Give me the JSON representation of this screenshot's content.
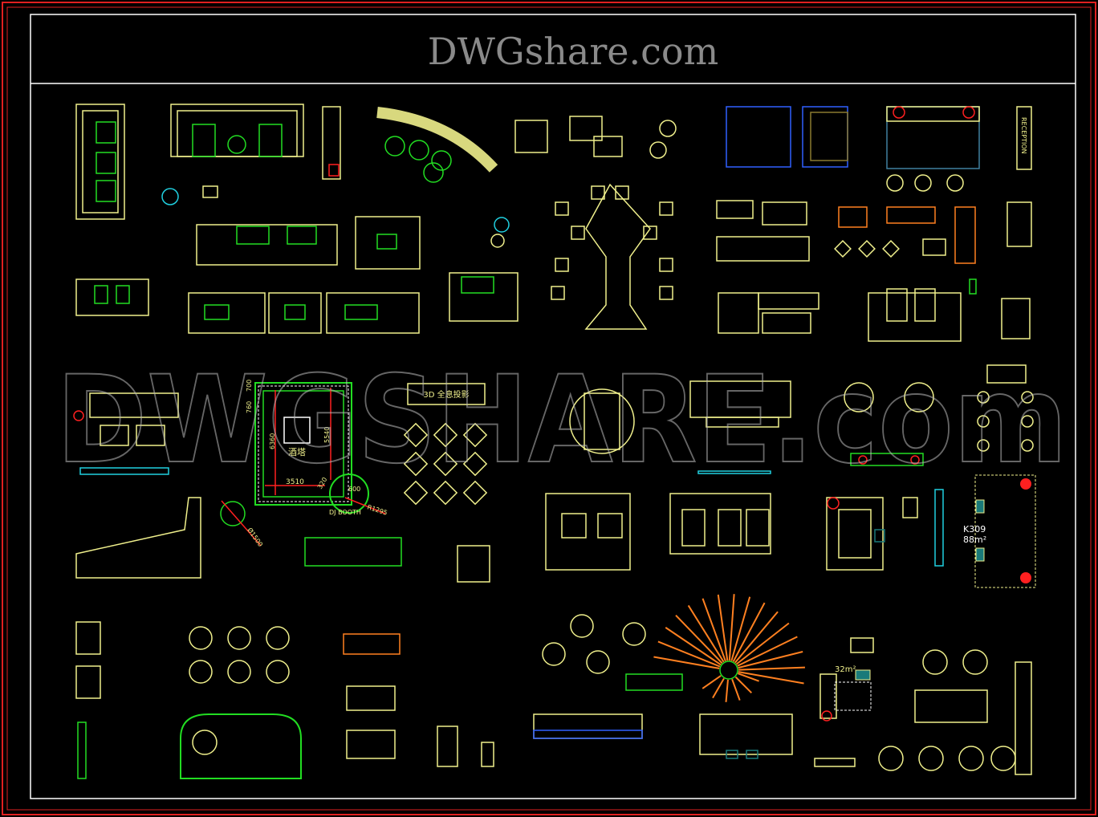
{
  "title": "DWGshare.com",
  "watermark": "DWGSHARE.com",
  "labels": {
    "reception": "RECEPTION",
    "hologram": "3D 全息投影",
    "wine_tower": "酒塔",
    "dj_booth": "DJ BOOTH",
    "dim_6360": "6360",
    "dim_5540": "5540",
    "dim_3510": "3510",
    "dim_700": "700",
    "dim_760": "760",
    "dim_r1295": "R1295",
    "dim_600": "600",
    "dim_320": "320",
    "dim_d1500": "Ø1500",
    "room_code": "K309",
    "room_area": "88m²",
    "small_area": "32m²"
  },
  "colors": {
    "background": "#000000",
    "frame_red": "#e02020",
    "frame_white": "#ffffff",
    "furniture": "#f0f08c",
    "green": "#22dd22",
    "red": "#ff2020",
    "cyan": "#20d0e0",
    "blue": "#3060ff",
    "orange": "#ff8020",
    "title_gray": "#8a8a8a"
  }
}
